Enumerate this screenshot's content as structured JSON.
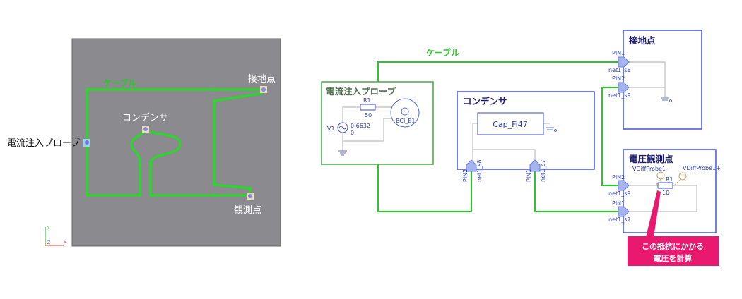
{
  "model_view": {
    "cable_label": "ケーブル",
    "ground_label": "接地点",
    "capacitor_label": "コンデンサ",
    "probe_label": "電流注入プローブ",
    "observation_label": "観測点",
    "axis": {
      "x": "X",
      "y": "Y",
      "z": "Z"
    }
  },
  "schematic": {
    "cable_label": "ケーブル",
    "probe_block": {
      "title": "電流注入プローブ",
      "resistor_name": "R1",
      "resistor_value": "50",
      "source_name": "V1",
      "source_amplitude": "0.6632",
      "source_phase": "0",
      "bci_name": "BCI_E1"
    },
    "capacitor_block": {
      "title": "コンデンサ",
      "component": "Cap_Fi47",
      "pin_left": "PIN2",
      "net_left": "net1_s8",
      "pin_right": "PIN1",
      "net_right": "net1_s7"
    },
    "ground_block": {
      "title": "接地点",
      "pin1": "PIN1",
      "net1": "net1_s8",
      "pin2": "PIN2",
      "net2": "net1_s9"
    },
    "voltage_block": {
      "title": "電圧観測点",
      "probe_minus": "VDiffProbe1-",
      "probe_plus": "VDiffProbe1+",
      "resistor_name": "R1",
      "resistor_value": "10",
      "pin2": "PIN2",
      "net2": "net1_s9",
      "pin1": "PIN1",
      "net1": "net1_s7"
    },
    "callout": {
      "line1": "この抵抗にかかる",
      "line2": "電圧を計算",
      "color": "#e8196e"
    }
  }
}
